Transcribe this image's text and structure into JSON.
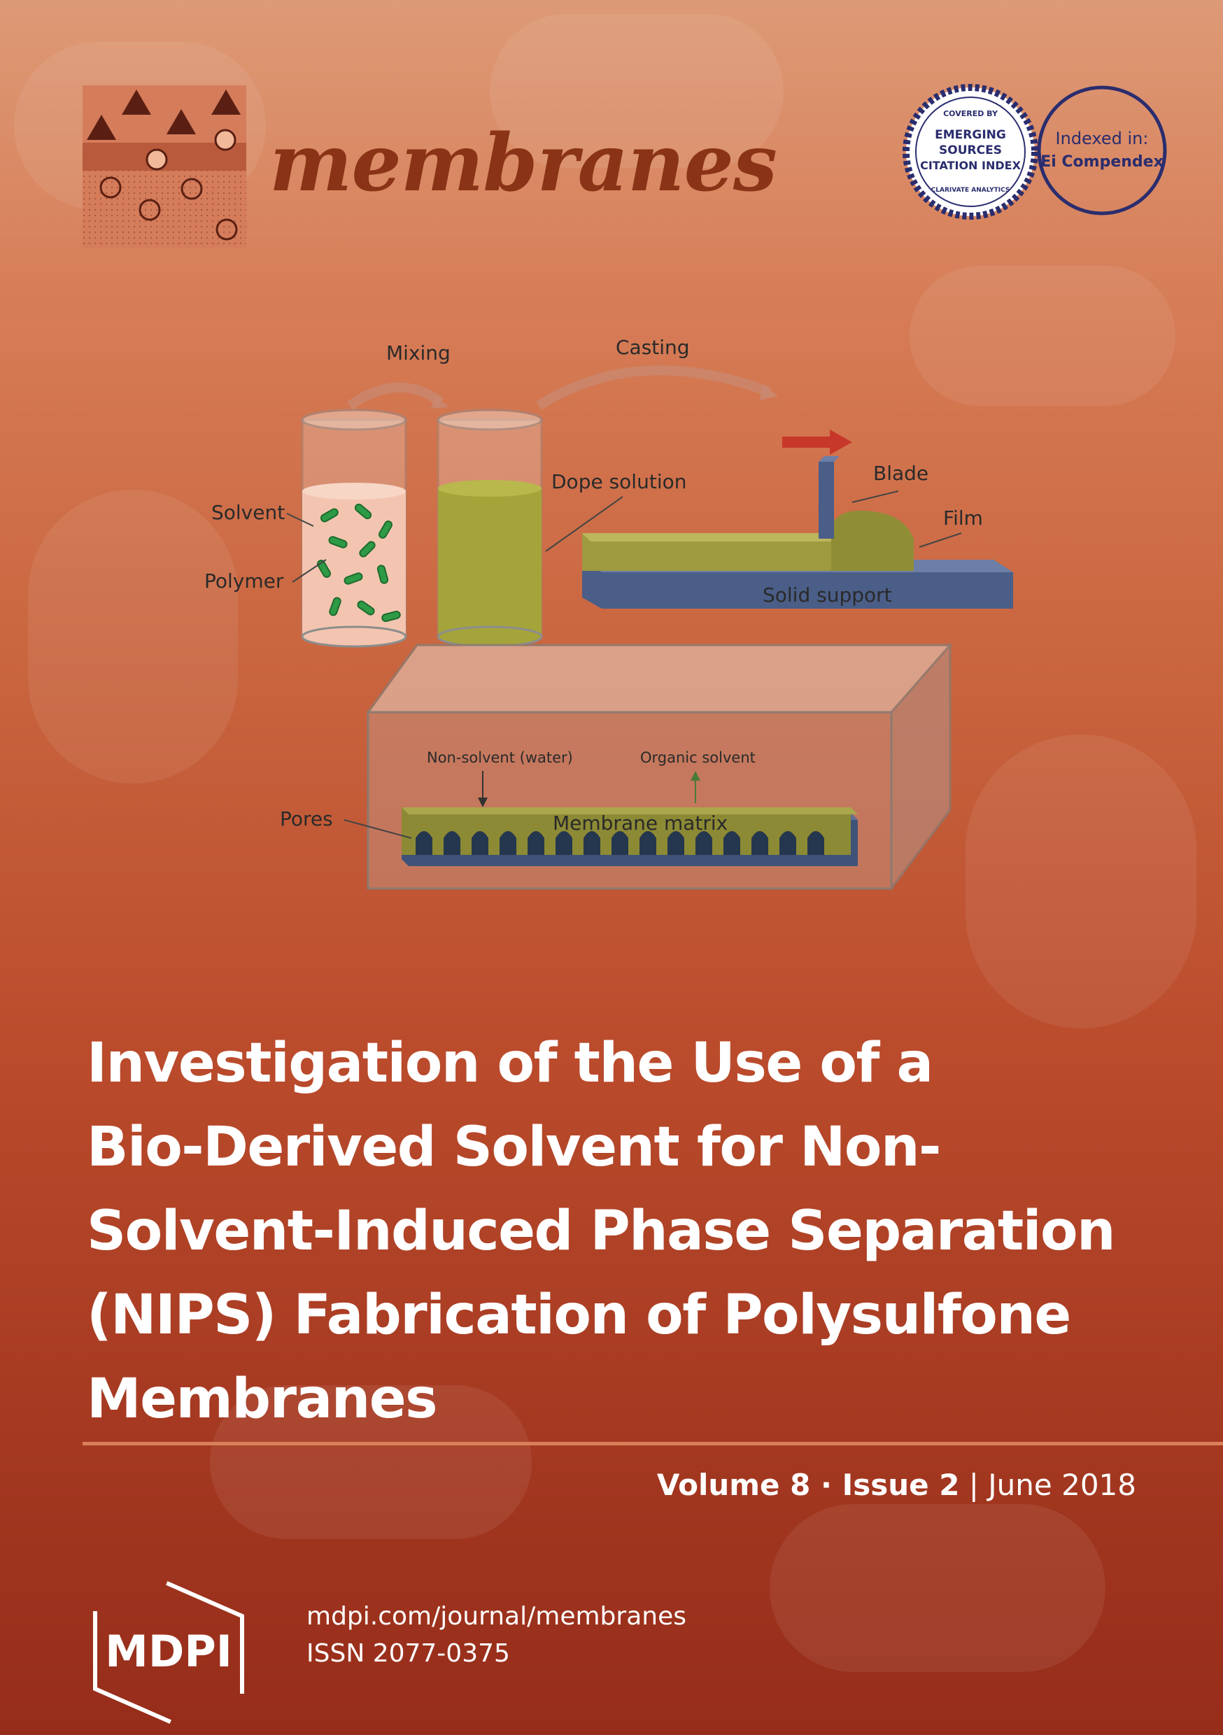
{
  "journal": {
    "name": "membranes",
    "website": "mdpi.com/journal/membranes",
    "issn": "ISSN 2077-0375",
    "publisher": "MDPI"
  },
  "badges": {
    "esci_covered_by": "COVERED BY",
    "esci_line1": "EMERGING",
    "esci_line2": "SOURCES",
    "esci_line3": "CITATION INDEX",
    "esci_footer": "CLARIVATE ANALYTICS",
    "ei_indexed": "Indexed in:",
    "ei_name": "Ei Compendex"
  },
  "figure": {
    "mixing": "Mixing",
    "casting": "Casting",
    "solvent": "Solvent",
    "polymer": "Polymer",
    "dope_solution": "Dope solution",
    "blade": "Blade",
    "film": "Film",
    "solid_support": "Solid support",
    "non_solvent": "Non-solvent (water)",
    "organic_solvent": "Organic solvent",
    "pores": "Pores",
    "membrane_matrix": "Membrane matrix"
  },
  "article": {
    "title_lines": [
      "Investigation of the Use of a",
      "Bio-Derived Solvent for Non-",
      "Solvent-Induced Phase Separation",
      "(NIPS) Fabrication of Polysulfone",
      "Membranes"
    ]
  },
  "issue": {
    "volume": "Volume 8",
    "separator": " · ",
    "issue": "Issue 2",
    "divider": " | ",
    "date": "June 2018"
  },
  "colors": {
    "journal_name": "#8a3316",
    "badge_navy": "#2a2d6e",
    "title_rule": "#d9805a"
  }
}
